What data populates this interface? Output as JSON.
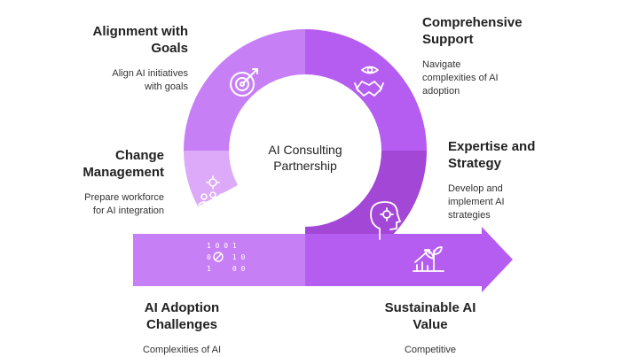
{
  "center": {
    "line1": "AI Consulting",
    "line2": "Partnership"
  },
  "stages": [
    {
      "title_line1": "Alignment with",
      "title_line2": "Goals",
      "desc_line1": "Align AI initiatives",
      "desc_line2": "with goals",
      "icon": "target-icon"
    },
    {
      "title_line1": "Comprehensive",
      "title_line2": "Support",
      "desc_line1": "Navigate",
      "desc_line2": "complexities of AI",
      "desc_line3": "adoption",
      "icon": "handshake-icon"
    },
    {
      "title_line1": "Change",
      "title_line2": "Management",
      "desc_line1": "Prepare workforce",
      "desc_line2": "for AI integration",
      "icon": "team-gear-icon"
    },
    {
      "title_line1": "Expertise and",
      "title_line2": "Strategy",
      "desc_line1": "Develop and",
      "desc_line2": "implement AI",
      "desc_line3": "strategies",
      "icon": "head-gear-icon"
    },
    {
      "title_line1": "AI Adoption",
      "title_line2": "Challenges",
      "desc_line1": "Complexities of AI",
      "icon": "binary-data-icon"
    },
    {
      "title_line1": "Sustainable AI",
      "title_line2": "Value",
      "desc_line1": "Competitive",
      "icon": "growth-plant-icon"
    }
  ],
  "binary_digits": [
    "1 0 0 1",
    "0     1 0",
    "1     0 0"
  ],
  "colors": {
    "purple_light": "#c77ff5",
    "purple_mid": "#b55df0",
    "purple_pale": "#dcaaf8",
    "purple_dark": "#a347d6",
    "icon_stroke": "#ffffff",
    "text": "#222222"
  }
}
